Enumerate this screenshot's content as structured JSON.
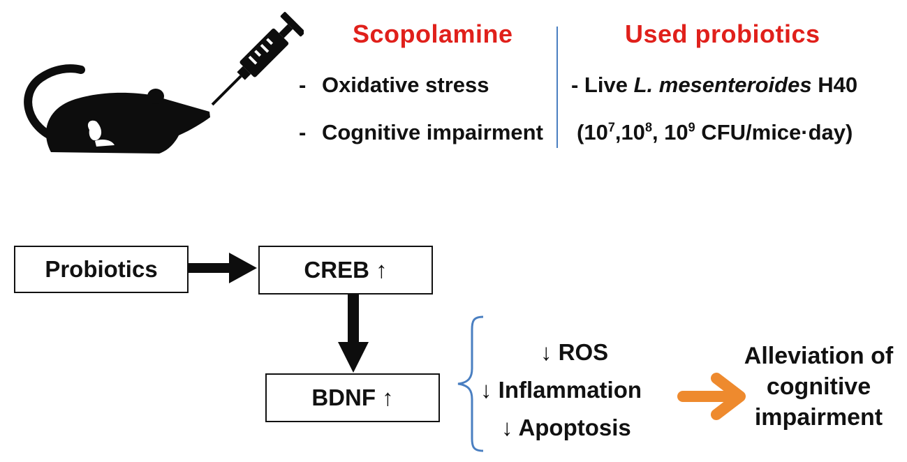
{
  "scopolamine": {
    "heading": "Scopolamine",
    "items": [
      "Oxidative stress",
      "Cognitive impairment"
    ],
    "bullet": "-"
  },
  "probiotics": {
    "heading": "Used probiotics",
    "strain_prefix": "- Live ",
    "strain_italic": "L. mesenteroides",
    "strain_suffix": " H40",
    "dose_open": "(10",
    "dose_exp1": "7",
    "dose_sep1": ",10",
    "dose_exp2": "8",
    "dose_sep2": ", 10",
    "dose_exp3": "9",
    "dose_rest": " CFU/mice·day)"
  },
  "flow": {
    "probiotics_box": "Probiotics",
    "creb_box": "CREB ↑",
    "bdnf_box": "BDNF ↑"
  },
  "effects": [
    "↓ ROS",
    "↓  Inflammation",
    "↓  Apoptosis"
  ],
  "outcome": [
    "Alleviation of",
    "cognitive",
    "impairment"
  ],
  "colors": {
    "heading_red": "#e0201b",
    "divider_blue": "#4a7fc1",
    "bracket_blue": "#4a7fc1",
    "orange_arrow": "#ee8a2e",
    "mouse": "#0d0d0d"
  },
  "icons": [
    "mouse-icon",
    "syringe-icon"
  ]
}
